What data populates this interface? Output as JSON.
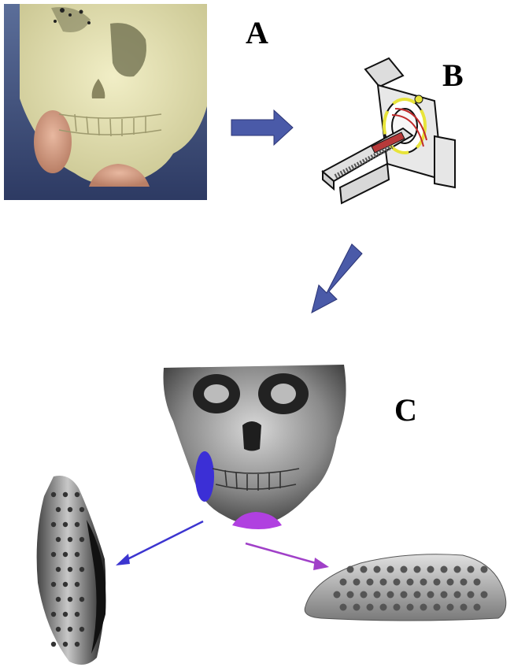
{
  "labels": {
    "a": "A",
    "b": "B",
    "c": "C"
  },
  "figures": {
    "photo": "plaster-skull-with-chin-and-cheek-implants",
    "scanner": "ct-scanner",
    "skull3d": "3d-skull-reconstruction",
    "implant_left": "cheek-implant-model",
    "implant_right": "chin-implant-model"
  },
  "colors": {
    "flow_arrow": "#4a5aa8",
    "cheek_highlight": "#3b2fd6",
    "chin_highlight": "#b040e0",
    "purple_arrow": "#a040c8",
    "blue_arrow": "#3c35d0",
    "bone": "#e6e2b0",
    "photo_bg": "#3b4a73"
  }
}
